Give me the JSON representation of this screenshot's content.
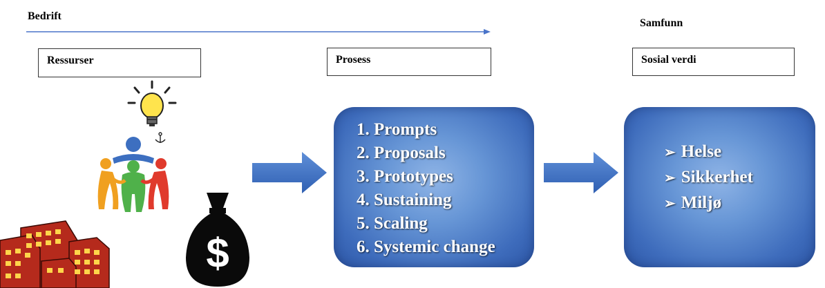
{
  "header": {
    "bedrift": "Bedrift",
    "samfunn": "Samfunn"
  },
  "boxes": {
    "ressurser": "Ressurser",
    "prosess": "Prosess",
    "sosial_verdi": "Sosial verdi"
  },
  "process_steps": [
    "1. Prompts",
    "2. Proposals",
    "3. Prototypes",
    "4. Sustaining",
    "5. Scaling",
    "6. Systemic change"
  ],
  "social_values": {
    "bullet": "➢",
    "items": [
      "Helse",
      "Sikkerhet",
      "Miljø"
    ]
  },
  "icons": {
    "lightbulb": "lightbulb-icon",
    "people": "people-circle-icon",
    "buildings": "buildings-icon",
    "money": "money-bag-icon",
    "arrows": "block-arrow-icon"
  },
  "colors": {
    "process_blue": "#3e6cbc",
    "arrow_blue": "#3f6fc2",
    "timeline_blue": "#4a74c9"
  },
  "money_bag": {
    "symbol": "$"
  }
}
